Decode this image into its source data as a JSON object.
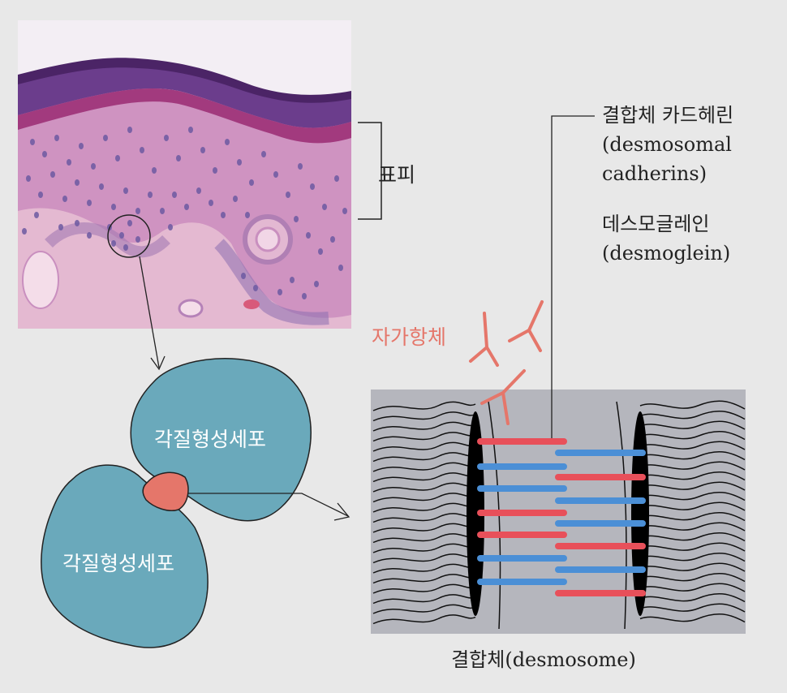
{
  "colors": {
    "background": "#e8e8e8",
    "cell": "#6aa9bb",
    "desmosome_spot": "#e5766a",
    "antibody": "#e5766a",
    "panel": "#b5b6bd",
    "cadherin_red": "#e8505a",
    "cadherin_blue": "#4b8fd6",
    "autoantibody_text": "#e5766a"
  },
  "labels": {
    "epidermis": "표피",
    "keratinocyte_top": "각질형성세포",
    "keratinocyte_bottom": "각질형성세포",
    "desmosomal_cadherins_ko": "결합체 카드헤린",
    "desmosomal_cadherins_en1": "(desmosomal",
    "desmosomal_cadherins_en2": "cadherins)",
    "desmoglein_ko": "데스모글레인",
    "desmoglein_en": "(desmoglein)",
    "autoantibody": "자가항체",
    "desmosome": "결합체(desmosome)"
  },
  "icons": {
    "histology": "skin-histology-image",
    "antibody": "y-shaped-antibody-icon"
  }
}
